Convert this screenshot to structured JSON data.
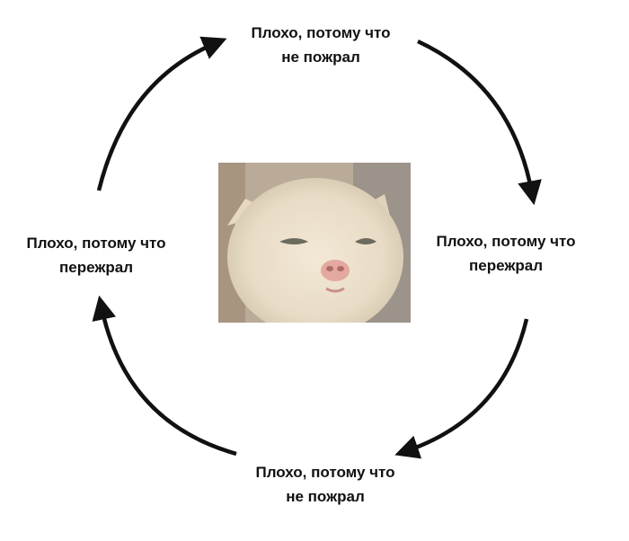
{
  "nodes": [
    {
      "line1": "Плохо, потому что",
      "line2": "не пожрал"
    },
    {
      "line1": "Плохо, потому что",
      "line2": "пережрал"
    },
    {
      "line1": "Плохо, потому что",
      "line2": "не пожрал"
    },
    {
      "line1": "Плохо, потому что",
      "line2": "пережрал"
    }
  ],
  "colors": {
    "text": "#111111",
    "arrow": "#111111"
  }
}
